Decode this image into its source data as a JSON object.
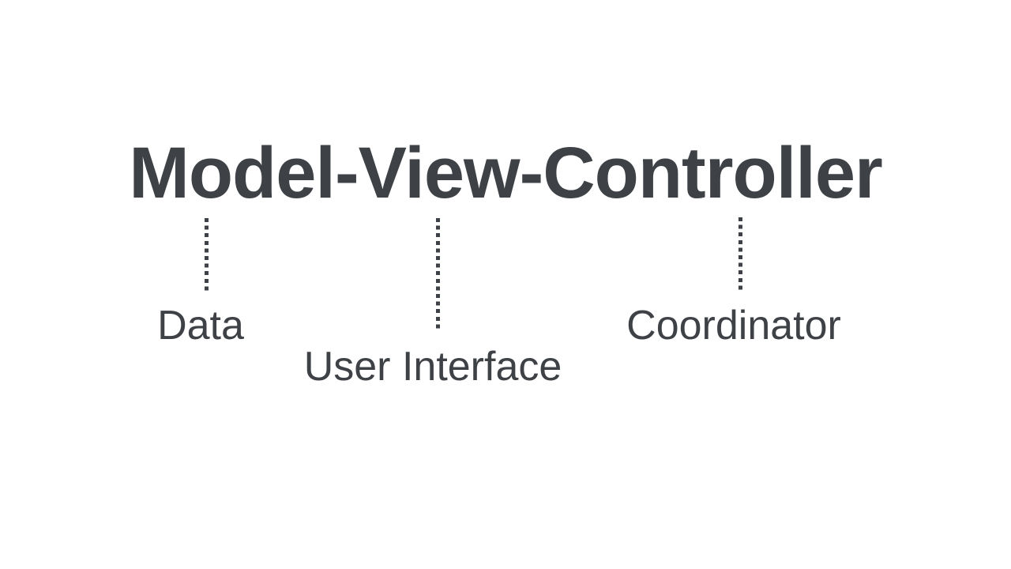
{
  "diagram": {
    "title": "Model-View-Controller",
    "annotations": [
      {
        "term": "Model",
        "label": "Data"
      },
      {
        "term": "View",
        "label": "User Interface"
      },
      {
        "term": "Controller",
        "label": "Coordinator"
      }
    ],
    "colors": {
      "text": "#3e4247",
      "background": "#ffffff"
    }
  }
}
